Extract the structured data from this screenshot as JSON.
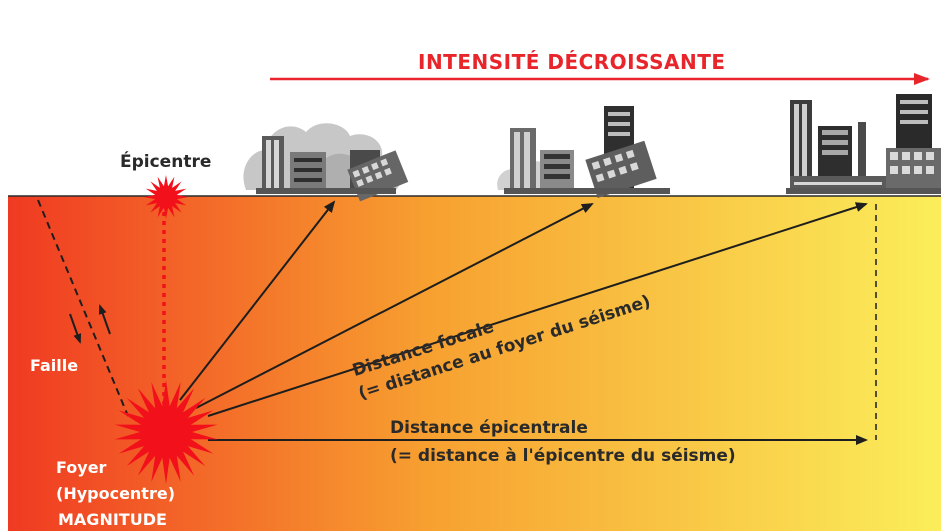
{
  "title": "INTENSITÉ DÉCROISSANTE",
  "labels": {
    "epicentre": "Épicentre",
    "faille": "Faille",
    "foyer": "Foyer",
    "hypocentre": "(Hypocentre)",
    "magnitude": "MAGNITUDE",
    "distance_focale": "Distance focale",
    "distance_focale_note": "(= distance au foyer du séisme)",
    "distance_epicentrale": "Distance épicentrale",
    "distance_epicentrale_note": "(= distance à l'épicentre du séisme)"
  },
  "colors": {
    "ground_left": "#f03a22",
    "ground_mid": "#f7a030",
    "ground_right": "#fbee5a",
    "accent_red": "#e8252a",
    "burst": "#f2101a",
    "ink": "#1e1e1e",
    "building_dark": "#3b3b3b",
    "building_light": "#8c8c8c"
  }
}
